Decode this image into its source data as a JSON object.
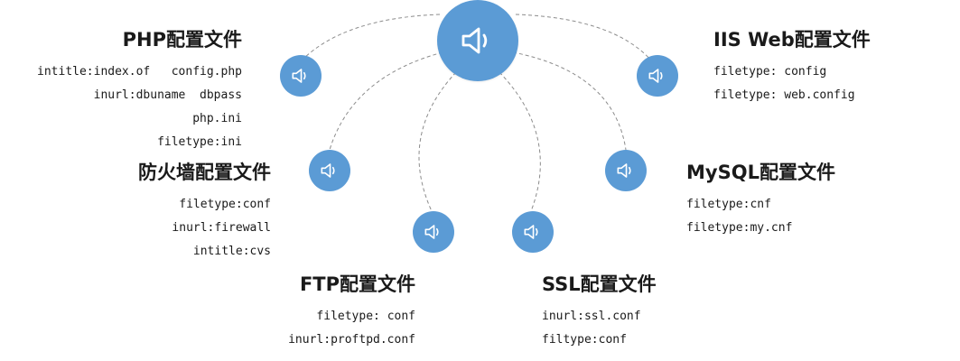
{
  "colors": {
    "node_fill": "#5b9bd5",
    "icon_stroke": "#ffffff",
    "connector": "#8c8c8c",
    "text": "#1a1a1a"
  },
  "hub": {
    "icon": "speaker-icon"
  },
  "groups": [
    {
      "id": "php",
      "title": "PHP配置文件",
      "items": [
        "intitle:index.of   config.php",
        "inurl:dbuname  dbpass",
        "php.ini",
        "filetype:ini"
      ]
    },
    {
      "id": "iis",
      "title": "IIS Web配置文件",
      "items": [
        "filetype: config",
        "filetype: web.config"
      ]
    },
    {
      "id": "firewall",
      "title": "防火墙配置文件",
      "items": [
        "filetype:conf",
        "inurl:firewall",
        "intitle:cvs"
      ]
    },
    {
      "id": "mysql",
      "title": "MySQL配置文件",
      "items": [
        "filetype:cnf",
        "filetype:my.cnf"
      ]
    },
    {
      "id": "ftp",
      "title": "FTP配置文件",
      "items": [
        "filetype: conf",
        "inurl:proftpd.conf"
      ]
    },
    {
      "id": "ssl",
      "title": "SSL配置文件",
      "items": [
        "inurl:ssl.conf",
        "filtype:conf"
      ]
    }
  ]
}
